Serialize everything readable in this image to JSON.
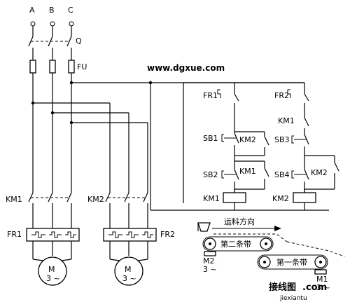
{
  "phases": [
    "A",
    "B",
    "C"
  ],
  "main_switch": "Q",
  "fuse": "FU",
  "website": "www.dgxue.com",
  "control": {
    "fr1": "FR1",
    "fr2": "FR2",
    "sb1": "SB1",
    "sb2": "SB2",
    "sb3": "SB3",
    "sb4": "SB4",
    "km1_contact": "KM1",
    "km2_contact": "KM2",
    "km1_coil": "KM1",
    "km2_coil": "KM2"
  },
  "power": {
    "km1": "KM1",
    "km2": "KM2",
    "fr1": "FR1",
    "fr2": "FR2",
    "motor_letter": "M",
    "motor_phase": "3 ~"
  },
  "conveyor": {
    "direction": "运料方向",
    "belt2": "第二条带",
    "belt1": "第一条带",
    "m2": "M2",
    "m1": "M1",
    "m_phase": "3 ~"
  },
  "watermark": {
    "cn": "接线图",
    "dot": ".com",
    "pinyin": "jiexiantu"
  }
}
